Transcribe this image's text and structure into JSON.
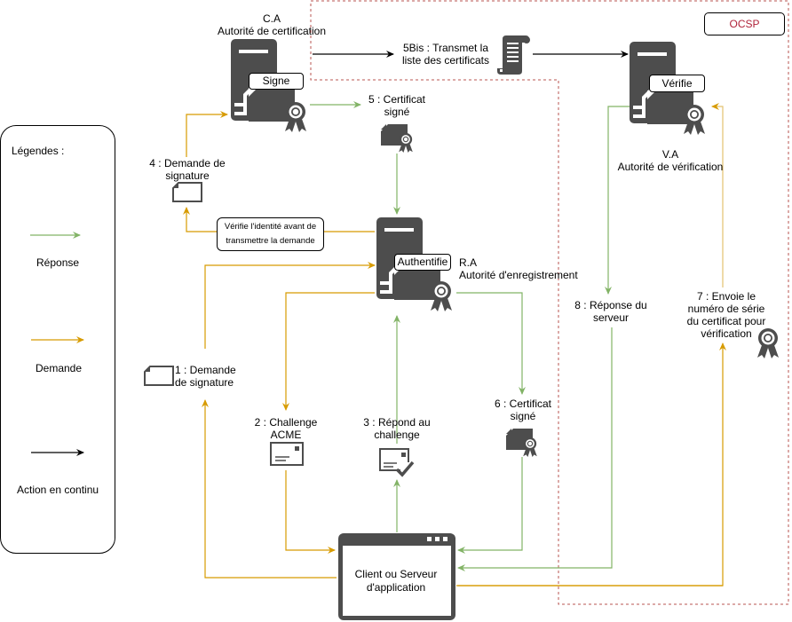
{
  "legend": {
    "title": "Légendes :",
    "items": [
      {
        "label": "Réponse",
        "color": "#82b366"
      },
      {
        "label": "Demande",
        "color": "#d79b00"
      },
      {
        "label": "Action en continu",
        "color": "#000000"
      }
    ]
  },
  "zone": {
    "label": "OCSP",
    "border_color": "#b85450"
  },
  "nodes": {
    "ca": {
      "line1": "C.A",
      "line2": "Autorité de certification",
      "action": "Signe"
    },
    "ra": {
      "line1": "R.A",
      "line2": "Autorité d'enregistrement",
      "action": "Authentifie"
    },
    "va": {
      "line1": "V.A",
      "line2": "Autorité de vérification",
      "action": "Vérifie"
    },
    "client": {
      "line1": "Client ou Serveur",
      "line2": "d'application"
    }
  },
  "steps": {
    "s1": {
      "line1": "1 : Demande",
      "line2": "de signature"
    },
    "s2": {
      "line1": "2 : Challenge",
      "line2": "ACME"
    },
    "s3": {
      "line1": "3 : Répond au",
      "line2": "challenge"
    },
    "s4": {
      "line1": "4 : Demande de",
      "line2": "signature"
    },
    "s5": {
      "line1": "5 : Certificat",
      "line2": "signé"
    },
    "s5bis": {
      "line1": "5Bis : Transmet la",
      "line2": "liste des certificats"
    },
    "s6": {
      "line1": "6 : Certificat",
      "line2": "signé"
    },
    "s7": {
      "line1": "7 :  Envoie le",
      "line2": "numéro de série",
      "line3": "du certificat pour",
      "line4": "vérification"
    },
    "s8": {
      "line1": "8 : Réponse du",
      "line2": "serveur"
    }
  },
  "note": {
    "line1": "Vérifie l'identité avant de",
    "line2": "transmettre la demande"
  },
  "colors": {
    "response": "#82b366",
    "request": "#d79b00",
    "continuous": "#000000",
    "icon": "#4d4d4d"
  }
}
